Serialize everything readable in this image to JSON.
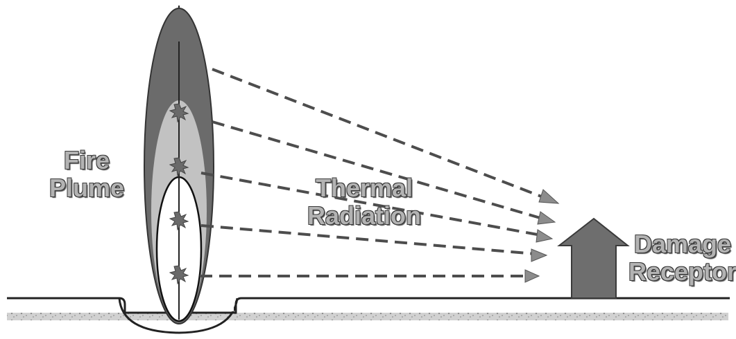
{
  "labels": {
    "fire_plume": [
      "Fire",
      "Plume"
    ],
    "thermal_radiation": [
      "Thermal",
      "Radiation"
    ],
    "damage_receptor": [
      "Damage",
      "Receptor"
    ]
  },
  "colors": {
    "outer_plume": "#6b6b6b",
    "middle_plume": "#c2c2c2",
    "inner_core": "#ffffff",
    "arrow": "#4d4d4d",
    "arrowhead": "#8c8c8c",
    "receptor": "#6e6e6e",
    "ground": "#9a9a9a"
  },
  "icons": {
    "flame_points": "starburst-icon",
    "arrowheads": "triangle-arrowhead-icon",
    "receptor": "house-icon"
  }
}
